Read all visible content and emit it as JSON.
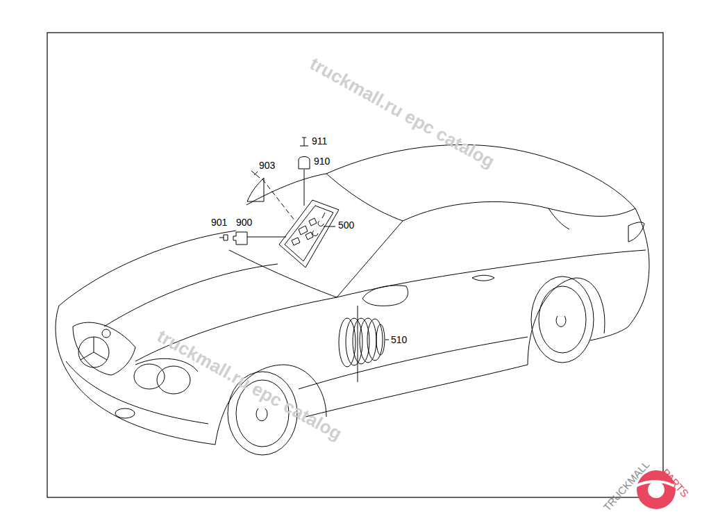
{
  "diagram": {
    "labels": [
      "truckmall.ru epc catalog",
      "911",
      "910",
      "903",
      "901",
      "900",
      "500",
      "510",
      "truckmall.ru epc catalog",
      "TRUCKMALL",
      "PARTS"
    ]
  }
}
